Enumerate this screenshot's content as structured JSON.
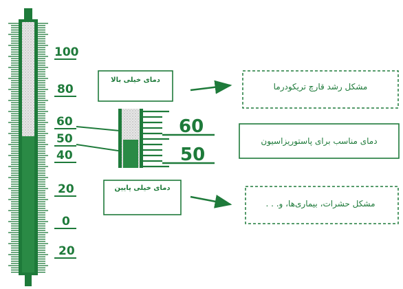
{
  "colors": {
    "green": "#1e7a3a",
    "green_light": "#3a9a52",
    "stipple": "#c9c9c9"
  },
  "thermometer": {
    "scale_labels": [
      "100",
      "80",
      "60",
      "50",
      "40",
      "20",
      "0",
      "20"
    ]
  },
  "zoom": {
    "labels": [
      "60",
      "50"
    ]
  },
  "boxes": {
    "high_temp": "دمای خیلی بالا",
    "low_temp": "دمای خیلی پایین",
    "high_problem": "مشکل رشد قارچ تریکودرما",
    "pasteurization": "دمای مناسب برای پاستوریزاسیون",
    "low_problem": "مشکل حشرات، بیماری‌ها، و. . ."
  }
}
